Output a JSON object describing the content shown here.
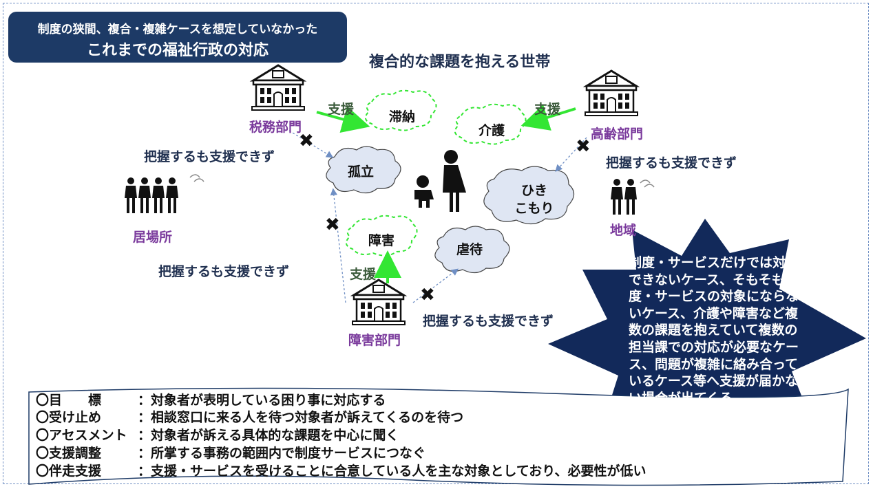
{
  "header": {
    "subtitle": "制度の狭間、複合・複雑ケースを想定していなかった",
    "title": "これまでの福祉行政の対応"
  },
  "center_title": "複合的な課題を抱える世帯",
  "departments": {
    "tax": "税務部門",
    "elderly": "高齢部門",
    "disability": "障害部門"
  },
  "places": {
    "ibasho": "居場所",
    "chiiki": "地域"
  },
  "support_label": "支援",
  "cannot_support": "把握するも支援できず",
  "issues": {
    "tainou": "滞納",
    "kaigo": "介護",
    "koritsu": "孤立",
    "hikikomori_1": "ひき",
    "hikikomori_2": "こもり",
    "shougai": "障害",
    "gyakutai": "虐待"
  },
  "star_text": "制度・サービスだけでは対応できないケース、そもそも制度・サービスの対象にならないケース、介護や障害など複数の課題を抱えていて複数の担当課での対応が必要なケース、問題が複雑に絡み合っているケース等へ支援が届かない場合が出てくる",
  "bottom_list": [
    {
      "key": "〇目　　標",
      "value": "：対象者が表明している困り事に対応する"
    },
    {
      "key": "〇受け止め",
      "value": "：相談窓口に来る人を待つ対象者が訴えてくるのを待つ"
    },
    {
      "key": "〇アセスメント",
      "value": "：対象者が訴える具体的な課題を中心に聞く"
    },
    {
      "key": "〇支援調整",
      "value": "：所掌する事務の範囲内で制度サービスにつなぐ"
    },
    {
      "key": "〇伴走支援",
      "value": "：支援・サービスを受けることに合意している人を主な対象としており、必要性が低い"
    }
  ],
  "colors": {
    "navy": "#1d3a66",
    "star": "#12295a",
    "purple": "#7a3a9c",
    "green_arrow": "#33e633",
    "cloud_fill": "#dfe6f3"
  }
}
